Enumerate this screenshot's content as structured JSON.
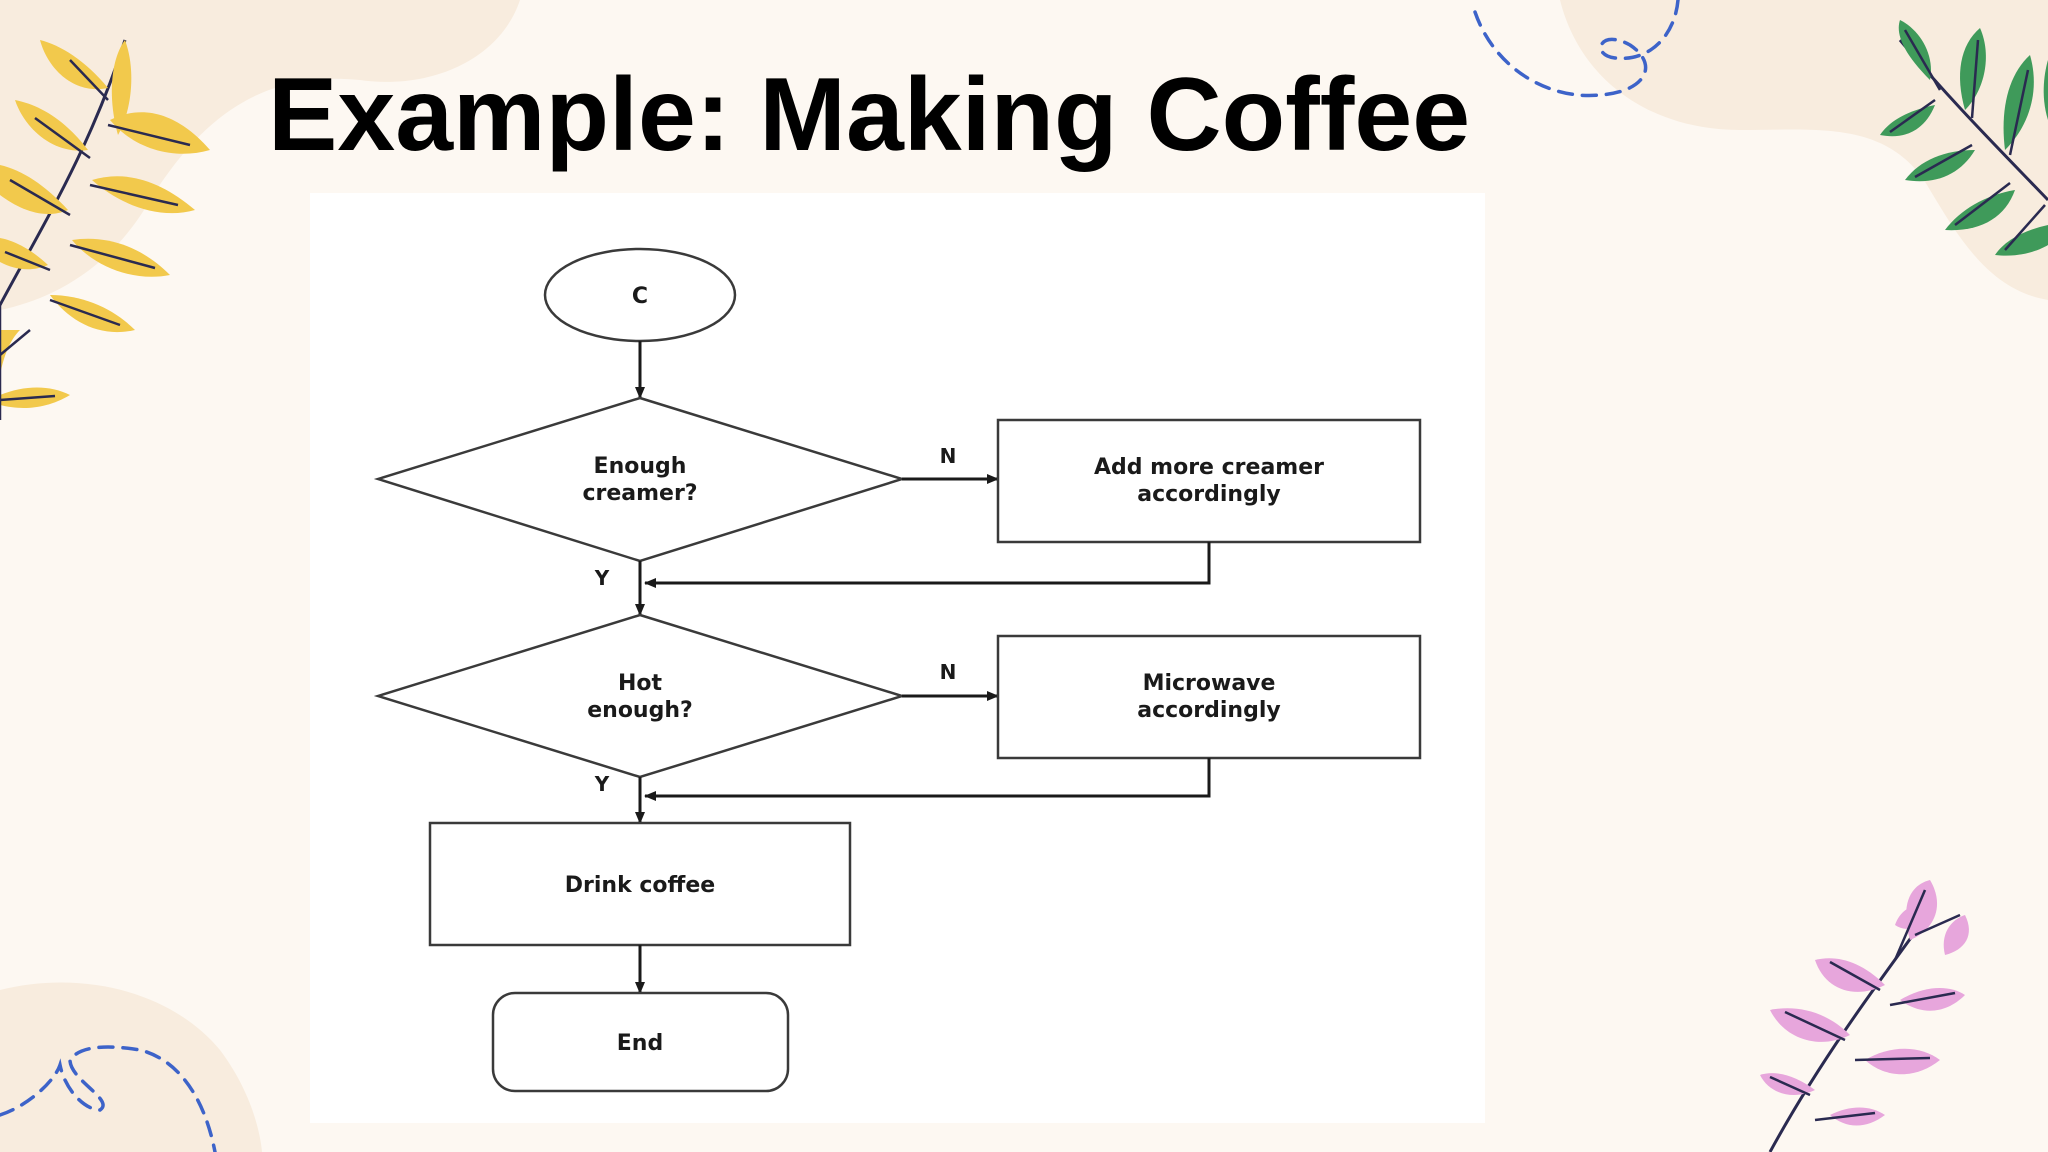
{
  "slide": {
    "title": "Example: Making Coffee"
  },
  "flowchart": {
    "start": "C",
    "decision1": {
      "line1": "Enough",
      "line2": "creamer?"
    },
    "process1": {
      "line1": "Add more creamer",
      "line2": "accordingly"
    },
    "decision2": {
      "line1": "Hot",
      "line2": "enough?"
    },
    "process2": {
      "line1": "Microwave",
      "line2": "accordingly"
    },
    "drink": "Drink coffee",
    "end": "End",
    "labels": {
      "no": "N",
      "yes": "Y"
    }
  },
  "decorations": {
    "icons": [
      "yellow-leaf-branch-icon",
      "green-leaf-branch-icon",
      "pink-leaf-branch-icon",
      "dashed-swirl-icon"
    ],
    "colors": {
      "background": "#fdf8f2",
      "blob": "#f8ecde",
      "yellow_leaf": "#f2c94c",
      "green_leaf": "#3f9a5a",
      "pink_leaf": "#e7a6dc",
      "dashed_line": "#3d63c9"
    }
  }
}
